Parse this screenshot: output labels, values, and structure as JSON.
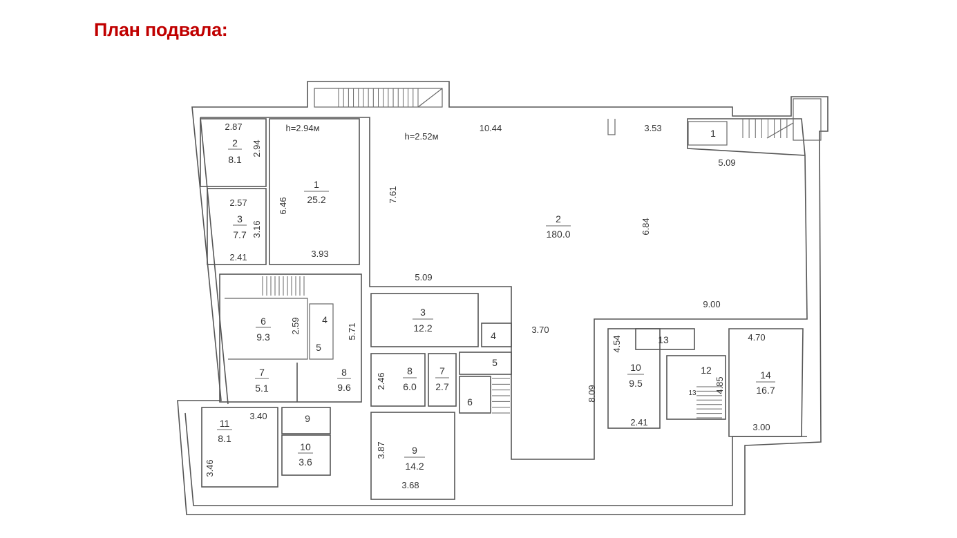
{
  "title": "План подвала:",
  "plan": {
    "left_block": {
      "room2": {
        "dim_top": "2.87",
        "number": "2",
        "area": "8.1",
        "dim_side": "2.94"
      },
      "room1": {
        "height": "h=2.94м",
        "number": "1",
        "area": "25.2",
        "dim_side": "6.46",
        "dim_bottom": "3.93"
      },
      "room3": {
        "dim_top": "2.57",
        "number": "3",
        "area": "7.7",
        "dim_side": "3.16",
        "dim_bottom": "2.41"
      },
      "room6": {
        "number": "6",
        "area": "9.3",
        "dim_side": "2.59"
      },
      "room4": {
        "number": "4"
      },
      "room5": {
        "number": "5"
      },
      "room8": {
        "dim_side": "5.71",
        "number": "8",
        "area": "9.6"
      },
      "room7": {
        "number": "7",
        "area": "5.1"
      },
      "room11": {
        "dim_top": "3.40",
        "number": "11",
        "area": "8.1",
        "dim_side": "3.46"
      },
      "room9": {
        "number": "9"
      },
      "room10": {
        "number": "10",
        "area": "3.6"
      }
    },
    "main_block": {
      "room2": {
        "height": "h=2.52м",
        "dim_top_left": "10.44",
        "dim_top_right": "3.53",
        "dim_right_top": "5.09",
        "dim_left": "7.61",
        "number": "2",
        "area": "180.0",
        "dim_right": "6.84",
        "dim_bottom_left": "5.09",
        "dim_bottom_right": "9.00",
        "dim_corridor": "3.70",
        "dim_corridor_side": "8.09"
      },
      "room1": {
        "number": "1"
      },
      "room3": {
        "number": "3",
        "area": "12.2"
      },
      "room4": {
        "number": "4"
      },
      "room5": {
        "number": "5"
      },
      "room8": {
        "dim_side": "2.46",
        "number": "8",
        "area": "6.0"
      },
      "room7": {
        "number": "7",
        "area": "2.7"
      },
      "room6": {
        "number": "6"
      },
      "room9": {
        "dim_side": "3.87",
        "number": "9",
        "area": "14.2",
        "dim_bottom": "3.68"
      }
    },
    "right_block": {
      "room10": {
        "dim_side": "4.54",
        "number": "10",
        "area": "9.5",
        "dim_bottom": "2.41"
      },
      "room13": {
        "number": "13"
      },
      "room12": {
        "number": "12",
        "sub": "13"
      },
      "room14": {
        "dim_top": "4.70",
        "dim_side": "4.85",
        "number": "14",
        "area": "16.7",
        "dim_bottom": "3.00"
      }
    }
  }
}
